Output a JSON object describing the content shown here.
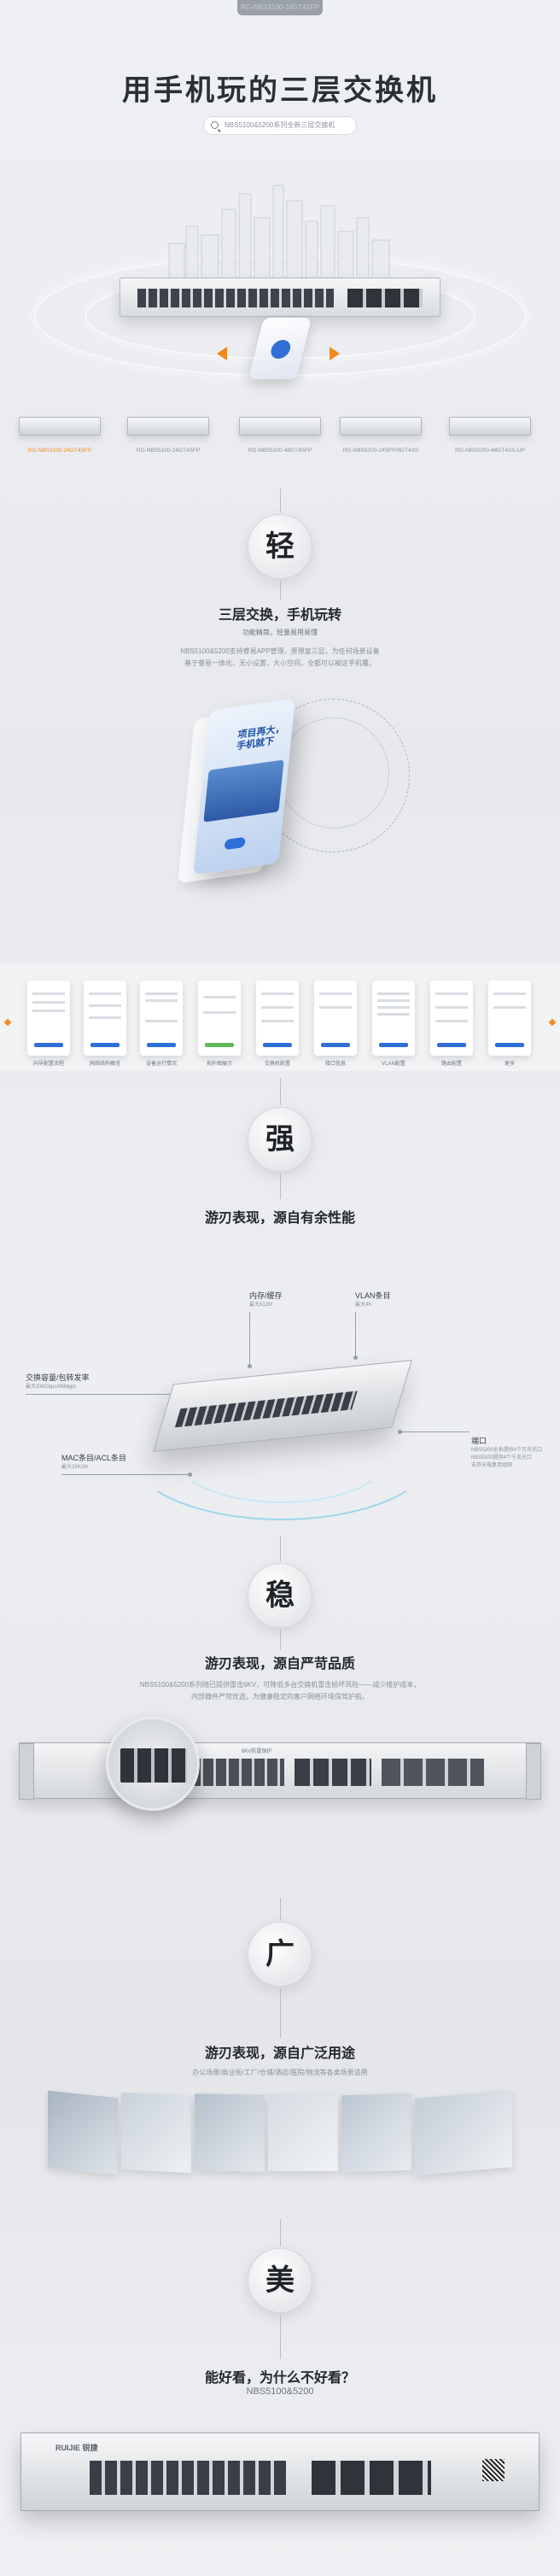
{
  "hero": {
    "top_label": "RG-NBS3100-24GT4SFP",
    "title": "用手机玩的三层交换机",
    "search_text": "NBS5100&5200系列全新三层交换机"
  },
  "models": [
    {
      "label": "RG-NBS3100-24GT4SFP",
      "active": true
    },
    {
      "label": "RG-NBS5100-24GT4SFP",
      "active": false
    },
    {
      "label": "RG-NBS5100-48GT4SFP",
      "active": false
    },
    {
      "label": "RG-NBS5200-24SFP/8GT4XS",
      "active": false
    },
    {
      "label": "RG-NBS5200-48GT4XS-UP",
      "active": false
    }
  ],
  "section_light": {
    "badge": "轻",
    "title": "三层交换，手机玩转",
    "tag": "功能精简，轻量易用易懂",
    "desc_line1": "NBS5100&5200支持睿易APP管理，原理复三层，为任何场景设备",
    "desc_line2": "基于睿易一体化，无小设置，大小空间，全都可以被这手机覆。",
    "phone_headline": "项目再大，手机就下"
  },
  "screens": [
    {
      "label": "向导配置流程"
    },
    {
      "label": "网络结构概览"
    },
    {
      "label": "设备运行情况"
    },
    {
      "label": "拓扑图展示"
    },
    {
      "label": "交换机配置"
    },
    {
      "label": "接口信息"
    },
    {
      "label": "VLAN配置"
    },
    {
      "label": "路由配置"
    },
    {
      "label": "更多"
    }
  ],
  "section_strong": {
    "badge": "强",
    "title": "游刃表现，源自有余性能",
    "callouts": {
      "memory": {
        "title": "内存/缓存",
        "sub": "最大512M"
      },
      "vlan": {
        "title": "VLAN条目",
        "sub": "最大4K"
      },
      "switching": {
        "title": "交换容量/包转发率",
        "sub": "最大336Gbps/96Mpps"
      },
      "mac": {
        "title": "MAC条目/ACL条目",
        "sub": "最大32K/2K"
      },
      "port": {
        "title": "端口",
        "sub_line1": "NBS5200全系提供4个万兆光口",
        "sub_line2": "NBS5100提供4个千兆光口",
        "sub_line3": "支持光电复用组网"
      }
    }
  },
  "section_stable": {
    "badge": "稳",
    "title": "游刃表现，源自严苛品质",
    "desc_line1": "NBS5100&5200系列随已提供雷击6KV，可降低多台交换机雷击损坏风险——减少维护成本，",
    "desc_line2": "内部器件严苛优选，为健康稳定的客户网络环境保驾护航。",
    "rack_tag": "6KV防雷保护"
  },
  "section_wide": {
    "badge": "广",
    "title": "游刃表现，源自广泛用途",
    "desc": "办公场景/商业街/工厂/仓储/酒店/医院/物流等各类场景适用"
  },
  "section_beauty": {
    "badge": "美",
    "title": "能好看，为什么不好看？",
    "sub": "NBS5100&5200",
    "brand": "RUIJIE 锐捷"
  }
}
